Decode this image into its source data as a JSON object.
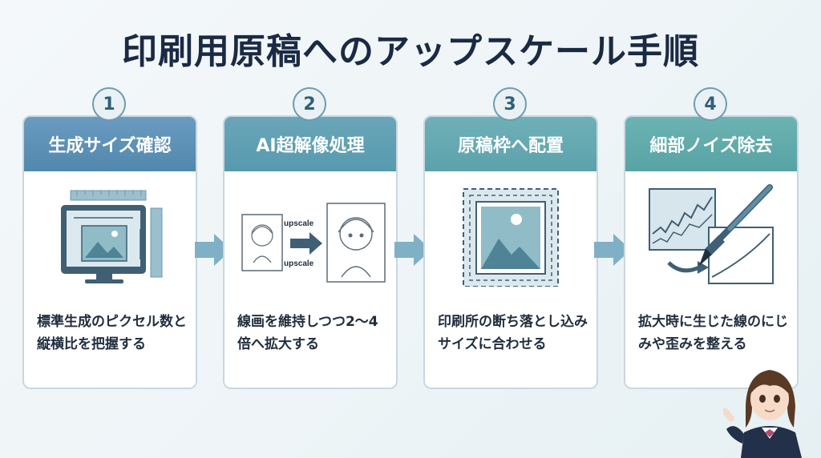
{
  "title": "印刷用原稿へのアップスケール手順",
  "steps": [
    {
      "number": "1",
      "title": "生成サイズ確認",
      "description": "標準生成のピクセル数と縦横比を把握する",
      "icon": "monitor-ruler-icon",
      "color": "#5b8db3"
    },
    {
      "number": "2",
      "title": "AI超解像処理",
      "description": "線画を維持しつつ2〜4倍へ拡大する",
      "icon": "upscale-character-icon",
      "color": "#5e9cb0"
    },
    {
      "number": "3",
      "title": "原稿枠へ配置",
      "description": "印刷所の断ち落とし込みサイズに合わせる",
      "icon": "bleed-frame-icon",
      "color": "#62a6b0"
    },
    {
      "number": "4",
      "title": "細部ノイズ除去",
      "description": "拡大時に生じた線のにじみや歪みを整える",
      "icon": "brush-cleanup-icon",
      "color": "#5fa8aa"
    }
  ],
  "upscale_labels": {
    "top": "upscale",
    "bottom": "upscale"
  },
  "colors": {
    "arrow": "#7fb0c6",
    "icon_fill": "#6fa4b4",
    "icon_dark": "#3f5f74"
  }
}
